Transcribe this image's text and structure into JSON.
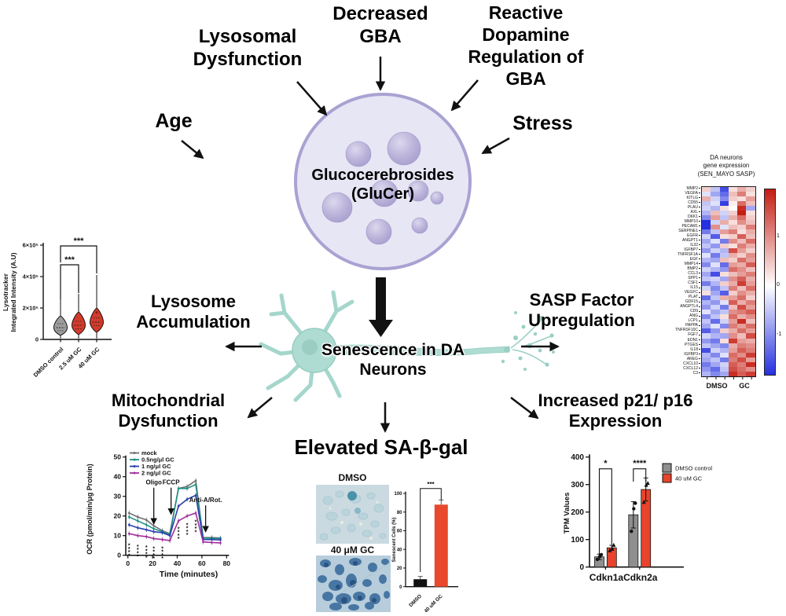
{
  "sections": {
    "lysosomal_dysfunction": "Lysosomal Dysfunction",
    "decreased_gba": "Decreased GBA",
    "reactive_dopamine": "Reactive Dopamine Regulation of GBA",
    "age": "Age",
    "stress": "Stress",
    "hub": "Glucocerebrosides (GluCer)",
    "senescence": "Senescence in DA Neurons",
    "lysosome_accumulation": "Lysosome Accumulation",
    "sasp_upregulation": "SASP Factor Upregulation",
    "mitochondrial_dysfunction": "Mitochondrial Dysfunction",
    "elevated_sabgal": "Elevated SA-β-gal",
    "increased_p21_p16": "Increased p21/ p16 Expression"
  },
  "microscopy": {
    "img1_label": "DMSO",
    "img2_label": "40 μM GC"
  },
  "chart_data": [
    {
      "id": "lysotracker_violin",
      "type": "violin",
      "ylabel_lines": [
        "Lysotracker",
        "Integrated Intensity (A.U)"
      ],
      "ylim": [
        0,
        6.3
      ],
      "y_unit_exponent": "×10⁵",
      "yticks": [
        {
          "v": 0,
          "label": "0"
        },
        {
          "v": 2,
          "label": "2×10⁵"
        },
        {
          "v": 4,
          "label": "4×10⁵"
        },
        {
          "v": 6,
          "label": "6×10⁵"
        }
      ],
      "categories": [
        "DMSO control",
        "2.5 uM GC",
        "40 uM GC"
      ],
      "violins": [
        {
          "label": "DMSO control",
          "color": "#9c9c9c",
          "body": [
            0.25,
            1.5
          ],
          "mode": 0.75,
          "median": 0.75,
          "q1": 0.55,
          "q3": 1.0,
          "tail_top": 2.6
        },
        {
          "label": "2.5 uM GC",
          "color": "#d23b2c",
          "body": [
            0.3,
            1.75
          ],
          "mode": 0.9,
          "median": 0.9,
          "q1": 0.68,
          "q3": 1.15,
          "tail_top": 2.9
        },
        {
          "label": "40 uM GC",
          "color": "#d23b2c",
          "body": [
            0.45,
            2.0
          ],
          "mode": 1.1,
          "median": 1.1,
          "q1": 0.88,
          "q3": 1.38,
          "tail_top": 4.1,
          "outlier": 1.72
        }
      ],
      "significance": [
        {
          "from": 0,
          "to": 1,
          "y": 4.75,
          "label": "***",
          "leg_to": [
            2.55,
            2.95
          ]
        },
        {
          "from": 0,
          "to": 2,
          "y": 5.95,
          "label": "***",
          "leg_to": [
            4.9,
            4.2
          ]
        }
      ]
    },
    {
      "id": "sasp_heatmap",
      "type": "heatmap",
      "title_lines": [
        "DA neurons",
        "gene expression",
        "(SEN_MAYO SASP)"
      ],
      "group_labels": [
        "DMSO",
        "GC"
      ],
      "colorbar_ticks": [
        "1",
        "0",
        "-1"
      ],
      "value_range": [
        -1.4,
        1.4
      ],
      "genes": [
        "MMP2",
        "VEGFA",
        "KITLG",
        "CD55",
        "PLAU",
        "AXL",
        "DKK1",
        "MMP10",
        "PECAM1",
        "SERPINE1",
        "EGFR",
        "ANGPT1",
        "IL32",
        "IGFBP7",
        "TNFRSF1A",
        "EGF",
        "MMP14",
        "BMP2",
        "CCL3",
        "SPP1",
        "CSF1",
        "IL15",
        "VEGFC",
        "PLAT",
        "GDF15",
        "ANGPTL4",
        "CD9",
        "ANG",
        "LCP1",
        "PAPPA",
        "TNFRSF10C",
        "FGF7",
        "EDN1",
        "PTGES",
        "IL18",
        "IGFBP3",
        "AREG",
        "CXCL10",
        "CXCL12",
        "C3"
      ],
      "values": [
        [
          0.3,
          -0.4,
          -1.2,
          0.2,
          0.5,
          0.3
        ],
        [
          -0.2,
          -0.6,
          -1.0,
          0.4,
          0.8,
          0.2
        ],
        [
          0.5,
          -0.3,
          -0.8,
          0.3,
          0.2,
          0.6
        ],
        [
          -0.4,
          -0.2,
          -1.3,
          0.1,
          0.9,
          0.4
        ],
        [
          -0.3,
          -0.5,
          0.2,
          0.0,
          1.3,
          -0.6
        ],
        [
          -0.5,
          0.4,
          -0.3,
          0.3,
          1.4,
          0.2
        ],
        [
          -0.8,
          0.6,
          -0.4,
          0.5,
          0.9,
          0.3
        ],
        [
          -1.4,
          -0.3,
          0.5,
          0.2,
          0.7,
          0.4
        ],
        [
          -1.4,
          0.7,
          -0.2,
          0.4,
          0.3,
          0.8
        ],
        [
          -0.9,
          -0.4,
          0.6,
          0.8,
          0.2,
          0.5
        ],
        [
          -0.3,
          -1.1,
          0.2,
          0.3,
          1.0,
          0.4
        ],
        [
          -0.6,
          -0.2,
          -0.9,
          0.7,
          0.4,
          0.9
        ],
        [
          -0.4,
          -0.7,
          0.3,
          0.2,
          0.8,
          0.5
        ],
        [
          -0.7,
          -0.3,
          -0.5,
          1.1,
          0.6,
          0.3
        ],
        [
          -0.2,
          -0.9,
          -0.4,
          0.5,
          0.3,
          0.7
        ],
        [
          -0.5,
          -0.6,
          0.4,
          0.3,
          0.9,
          0.6
        ],
        [
          -0.8,
          -0.2,
          -1.0,
          0.6,
          0.5,
          1.0
        ],
        [
          -0.3,
          -0.5,
          -0.7,
          0.9,
          0.7,
          0.4
        ],
        [
          -0.6,
          -1.2,
          0.2,
          0.4,
          0.6,
          0.8
        ],
        [
          -0.4,
          -0.3,
          -0.6,
          0.7,
          1.0,
          0.5
        ],
        [
          -0.9,
          -0.5,
          0.3,
          0.5,
          1.2,
          0.6
        ],
        [
          -0.3,
          -0.8,
          -0.4,
          0.8,
          0.4,
          0.9
        ],
        [
          0.2,
          -0.6,
          -1.1,
          0.3,
          0.7,
          0.5
        ],
        [
          -1.0,
          -0.4,
          0.5,
          0.6,
          0.9,
          0.3
        ],
        [
          -0.5,
          -0.7,
          -0.2,
          1.0,
          0.5,
          0.8
        ],
        [
          -0.7,
          -0.3,
          -0.9,
          0.4,
          1.1,
          0.6
        ],
        [
          -0.2,
          -0.6,
          -0.4,
          0.7,
          0.8,
          1.0
        ],
        [
          -0.8,
          -0.4,
          0.2,
          0.9,
          0.5,
          0.7
        ],
        [
          -0.4,
          -1.0,
          -0.3,
          0.6,
          1.3,
          0.4
        ],
        [
          -0.6,
          -0.2,
          -0.8,
          0.8,
          0.6,
          0.9
        ],
        [
          -1.1,
          -0.7,
          0.3,
          0.5,
          0.9,
          0.6
        ],
        [
          -0.3,
          -0.5,
          -0.6,
          0.7,
          0.4,
          1.1
        ],
        [
          -0.7,
          -0.9,
          0.2,
          1.2,
          0.6,
          0.5
        ],
        [
          -0.4,
          -0.6,
          -0.8,
          0.5,
          0.8,
          0.7
        ],
        [
          -1.2,
          -0.3,
          -0.5,
          0.6,
          1.0,
          0.8
        ],
        [
          -0.5,
          -0.8,
          -0.2,
          0.9,
          0.7,
          1.2
        ],
        [
          -0.6,
          -0.4,
          -0.9,
          0.8,
          1.1,
          0.6
        ],
        [
          -0.9,
          -0.6,
          -0.3,
          1.0,
          0.8,
          1.3
        ],
        [
          -0.7,
          -1.0,
          -0.4,
          1.1,
          0.9,
          0.7
        ],
        [
          -0.5,
          -0.8,
          -0.6,
          1.3,
          1.0,
          1.2
        ]
      ]
    },
    {
      "id": "ocr",
      "type": "line",
      "ylabel": "OCR (pmol/min/μg Protein)",
      "xlabel": "Time (minutes)",
      "ylim": [
        0,
        50
      ],
      "xlim": [
        0,
        80
      ],
      "yticks": [
        0,
        10,
        20,
        30,
        40,
        50
      ],
      "xticks": [
        0,
        20,
        40,
        60,
        80
      ],
      "x": [
        1,
        8,
        15,
        21,
        28,
        34,
        41,
        48,
        55,
        61,
        68,
        75
      ],
      "series": [
        {
          "name": "mock",
          "color": "#6f6f6f",
          "values": [
            21.5,
            19.5,
            18,
            15,
            12.5,
            11,
            34,
            35,
            38,
            9,
            9,
            8.8
          ]
        },
        {
          "name": "0.5ng/μl GC",
          "color": "#1f8f85",
          "values": [
            19.5,
            17.5,
            15.5,
            13.5,
            12,
            10.5,
            34,
            34,
            36,
            8.8,
            8.6,
            8.5
          ]
        },
        {
          "name": "1 ng/μl GC",
          "color": "#2b3fae",
          "values": [
            15.5,
            14,
            13,
            12,
            11.5,
            10,
            25,
            28.5,
            30.5,
            8,
            8,
            7.8
          ]
        },
        {
          "name": "2 ng/μl GC",
          "color": "#a0309b",
          "values": [
            11,
            10,
            9.5,
            8.5,
            8,
            7.5,
            17.5,
            20,
            21.5,
            6.8,
            6.5,
            6.3
          ]
        }
      ],
      "annotations": [
        {
          "label": "Oligo",
          "x": 21,
          "text_y": 36,
          "tip_y": 16
        },
        {
          "label": "FCCP",
          "x": 35,
          "text_y": 36,
          "tip_y": 21
        },
        {
          "label": "Anti-A/Rot.",
          "x": 63,
          "text_y": 27,
          "tip_y": 12
        }
      ],
      "sig_columns": [
        {
          "x": 1,
          "top": 6
        },
        {
          "x": 8,
          "top": 5.5
        },
        {
          "x": 15,
          "top": 5
        },
        {
          "x": 21,
          "top": 4.5
        },
        {
          "x": 28,
          "top": 4.5
        },
        {
          "x": 41,
          "top": 14.5
        },
        {
          "x": 48,
          "top": 16.5
        },
        {
          "x": 55,
          "top": 18
        }
      ]
    },
    {
      "id": "senescent_cells",
      "type": "bar",
      "ylabel": "Senescent Cells (%)",
      "ylim": [
        0,
        100
      ],
      "yticks": [
        0,
        20,
        40,
        60,
        80,
        100
      ],
      "categories": [
        "DMSO",
        "40 uM GC"
      ],
      "values": [
        8,
        88
      ],
      "errors": [
        3,
        5
      ],
      "colors": [
        "#111111",
        "#e8492c"
      ],
      "significance": "***"
    },
    {
      "id": "tpm",
      "type": "bar",
      "ylabel": "TPM Values",
      "ylim": [
        0,
        400
      ],
      "yticks": [
        0,
        100,
        200,
        300,
        400
      ],
      "categories": [
        "Cdkn1a",
        "Cdkn2a"
      ],
      "series": [
        {
          "name": "DMSO control",
          "color": "#8f8f8f",
          "marker": "circle",
          "values": [
            37,
            190
          ],
          "errors": [
            10,
            48
          ],
          "points": [
            [
              28,
              38,
              45
            ],
            [
              130,
              212,
              232
            ]
          ]
        },
        {
          "name": "40 uM GC",
          "color": "#e8432c",
          "marker": "triangle",
          "values": [
            70,
            282
          ],
          "errors": [
            9,
            42
          ],
          "points": [
            [
              60,
              66,
              80
            ],
            [
              236,
              298,
              305
            ]
          ]
        }
      ],
      "significance": [
        {
          "category": "Cdkn1a",
          "label": "*"
        },
        {
          "category": "Cdkn2a",
          "label": "****"
        }
      ]
    }
  ]
}
